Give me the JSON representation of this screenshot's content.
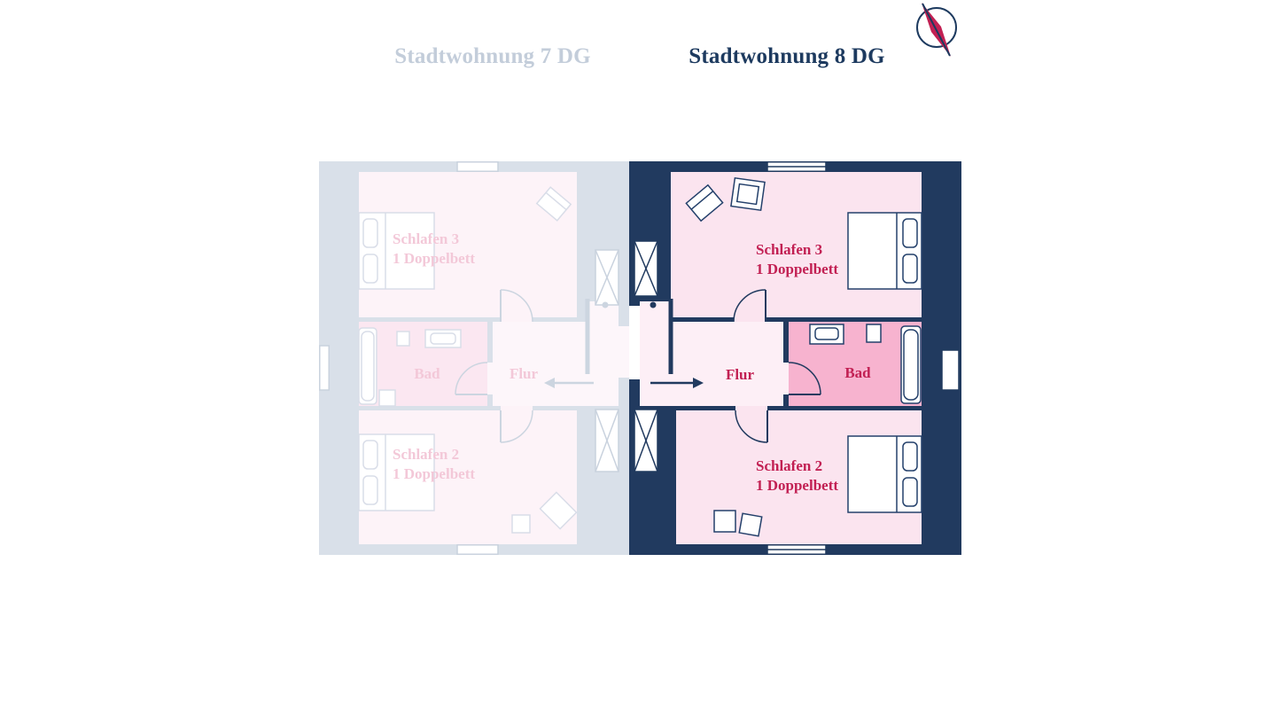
{
  "header": {
    "tabs": [
      {
        "label": "Stadtwohnung 7 DG",
        "state": "inactive"
      },
      {
        "label": "Stadtwohnung 8 DG",
        "state": "active"
      }
    ]
  },
  "colors": {
    "active_wall": "#213a5f",
    "accent": "#c22053",
    "room_pink": "#fbe4ef",
    "flur_pink": "#fdeff6",
    "bad_pink": "#f7b3cf",
    "inactive_wall": "#d9e0e9",
    "inactive_room": "#fdf3f8",
    "inactive_bad": "#fbe7f1",
    "inactive_label": "#f3c8d8",
    "inactive_tab_text": "#c3cdda",
    "active_tab_text": "#1d3a5f"
  },
  "floorplan": {
    "unit_active": {
      "title": "Stadtwohnung 8 DG",
      "rooms": {
        "schlafen3": {
          "name": "Schlafen 3",
          "detail": "1 Doppelbett"
        },
        "flur": {
          "name": "Flur"
        },
        "bad": {
          "name": "Bad"
        },
        "schlafen2": {
          "name": "Schlafen 2",
          "detail": "1 Doppelbett"
        }
      }
    },
    "unit_inactive": {
      "title": "Stadtwohnung 7 DG",
      "rooms": {
        "schlafen3": {
          "name": "Schlafen 3",
          "detail": "1 Doppelbett"
        },
        "flur": {
          "name": "Flur"
        },
        "bad": {
          "name": "Bad"
        },
        "schlafen2": {
          "name": "Schlafen 2",
          "detail": "1 Doppelbett"
        }
      }
    }
  }
}
